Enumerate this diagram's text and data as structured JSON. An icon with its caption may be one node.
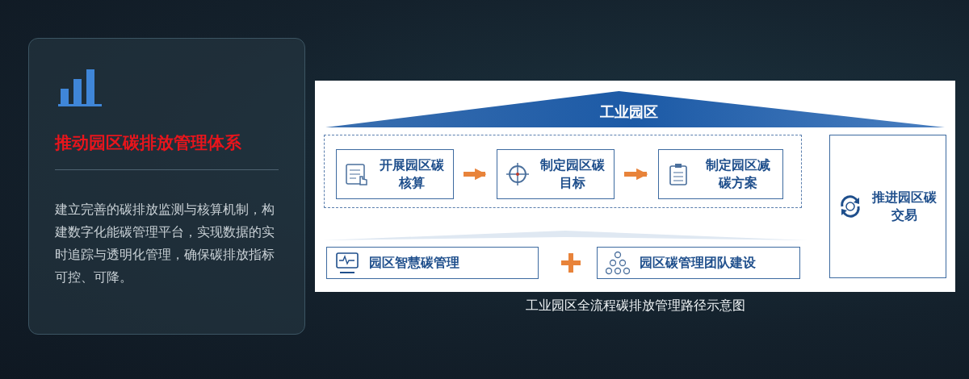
{
  "diagram": {
    "caption": "工业园区全流程碳排放管理路径示意图",
    "nodes": [
      {
        "text": [
          "推动园区碳排放管理体系",
          "建立完善的碳排放监测与核算机制，构建数字化能碳管理平台，实现数据的实时追踪与透明化管理，确保碳排放指标可控、可降。"
        ]
      },
      {
        "text": [
          "工业园区"
        ]
      },
      {
        "text": [],
        "shape": "box"
      },
      {
        "text": [
          "开展园区碳核算"
        ],
        "in": 2
      },
      {
        "text": [
          "制定园区碳目标"
        ],
        "in": 2
      },
      {
        "text": [
          "制定园区减碳方案"
        ],
        "in": 2
      },
      {
        "text": [
          "推进园区碳交易"
        ]
      },
      {
        "text": [
          "园区智慧碳管理"
        ]
      },
      {
        "text": [
          "园区碳管理团队建设"
        ]
      }
    ],
    "edges": [
      {
        "from": 3,
        "to": 4,
        "arrow": "to"
      },
      {
        "from": 4,
        "to": 5,
        "arrow": "to"
      }
    ]
  }
}
